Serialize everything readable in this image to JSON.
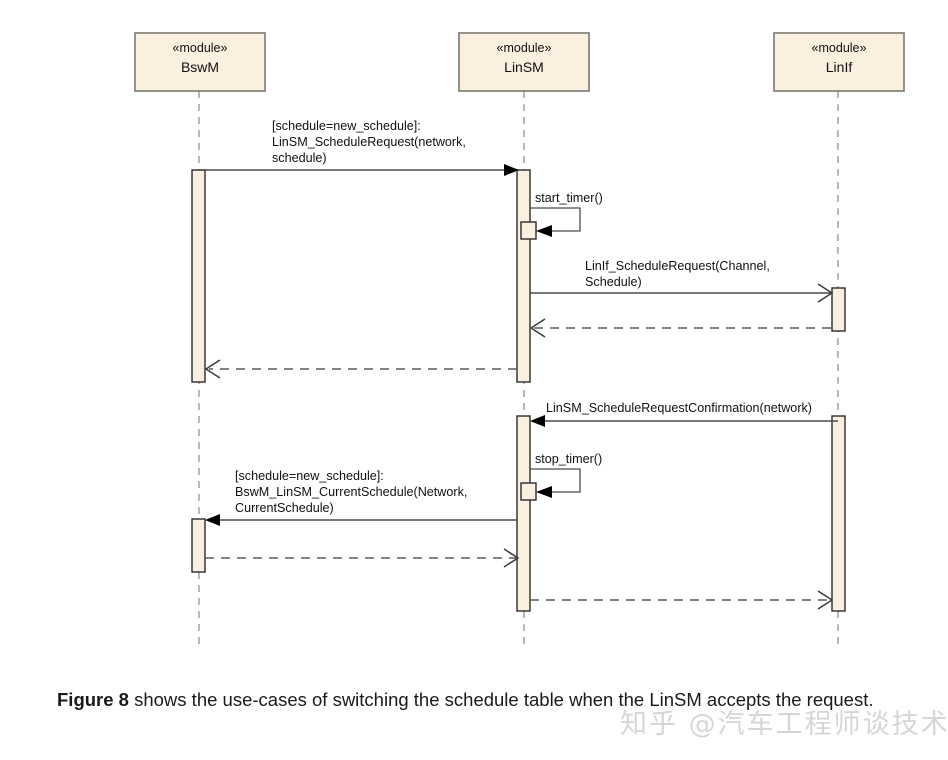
{
  "diagram": {
    "type": "uml-sequence-diagram",
    "participants": [
      {
        "id": "bswm",
        "stereotype": "«module»",
        "name": "BswM"
      },
      {
        "id": "linsm",
        "stereotype": "«module»",
        "name": "LinSM"
      },
      {
        "id": "linif",
        "stereotype": "«module»",
        "name": "LinIf"
      }
    ],
    "messages": [
      {
        "id": "m1",
        "from": "bswm",
        "to": "linsm",
        "kind": "call",
        "arrow": "filled",
        "guard": "[schedule=new_schedule]:",
        "label": "LinSM_ScheduleRequest(network,",
        "label2": "schedule)"
      },
      {
        "id": "m2",
        "from": "linsm",
        "to": "linsm",
        "kind": "self-call",
        "arrow": "filled",
        "label": "start_timer()"
      },
      {
        "id": "m3",
        "from": "linsm",
        "to": "linif",
        "kind": "call",
        "arrow": "open",
        "label": "LinIf_ScheduleRequest(Channel,",
        "label2": "Schedule)"
      },
      {
        "id": "m4",
        "from": "linif",
        "to": "linsm",
        "kind": "return",
        "arrow": "open",
        "label": ""
      },
      {
        "id": "m5",
        "from": "linsm",
        "to": "bswm",
        "kind": "return",
        "arrow": "open",
        "label": ""
      },
      {
        "id": "m6",
        "from": "linif",
        "to": "linsm",
        "kind": "call",
        "arrow": "filled",
        "label": "LinSM_ScheduleRequestConfirmation(network)"
      },
      {
        "id": "m7",
        "from": "linsm",
        "to": "linsm",
        "kind": "self-call",
        "arrow": "filled",
        "label": "stop_timer()"
      },
      {
        "id": "m8",
        "from": "linsm",
        "to": "bswm",
        "kind": "call",
        "arrow": "filled",
        "guard": "[schedule=new_schedule]:",
        "label": "BswM_LinSM_CurrentSchedule(Network,",
        "label2": "CurrentSchedule)"
      },
      {
        "id": "m9",
        "from": "bswm",
        "to": "linsm",
        "kind": "return",
        "arrow": "open",
        "label": ""
      },
      {
        "id": "m10",
        "from": "linsm",
        "to": "linif",
        "kind": "return",
        "arrow": "open",
        "label": ""
      }
    ]
  },
  "caption": {
    "figure_label": "Figure 8",
    "text": " shows the use-cases of switching the schedule table when the LinSM accepts the request."
  },
  "watermark": {
    "text": "知乎 @汽车工程师谈技术"
  },
  "colors": {
    "box_fill": "#fbefdf",
    "box_stroke": "#7a7a72",
    "lifeline": "#9a9a9a",
    "message": "#4a4a4a",
    "watermark": "#d6d6d6"
  }
}
